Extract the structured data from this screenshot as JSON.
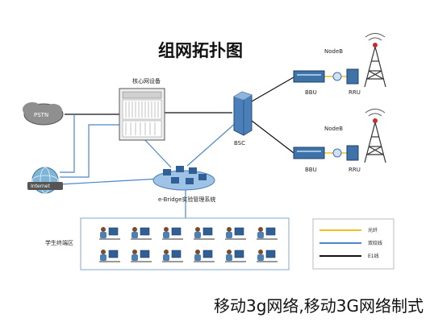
{
  "title": "组网拓扑图",
  "labels": {
    "core": "核心网设备",
    "pstn": "PSTN",
    "internet": "Internet",
    "bsc": "BSC",
    "ebridge": "e-Bridge实验管理系统",
    "student": "学生终端区",
    "nodeb1": "NodeB",
    "nodeb2": "NodeB",
    "bbu1": "BBU",
    "bbu2": "BBU",
    "rru1": "RRU",
    "rru2": "RRU"
  },
  "legend": [
    {
      "label": "光纤",
      "color": "#f0c020"
    },
    {
      "label": "双绞线",
      "color": "#4a86c8"
    },
    {
      "label": "E1线",
      "color": "#111111"
    }
  ],
  "caption": "移动3g网络,移动3G网络制式"
}
